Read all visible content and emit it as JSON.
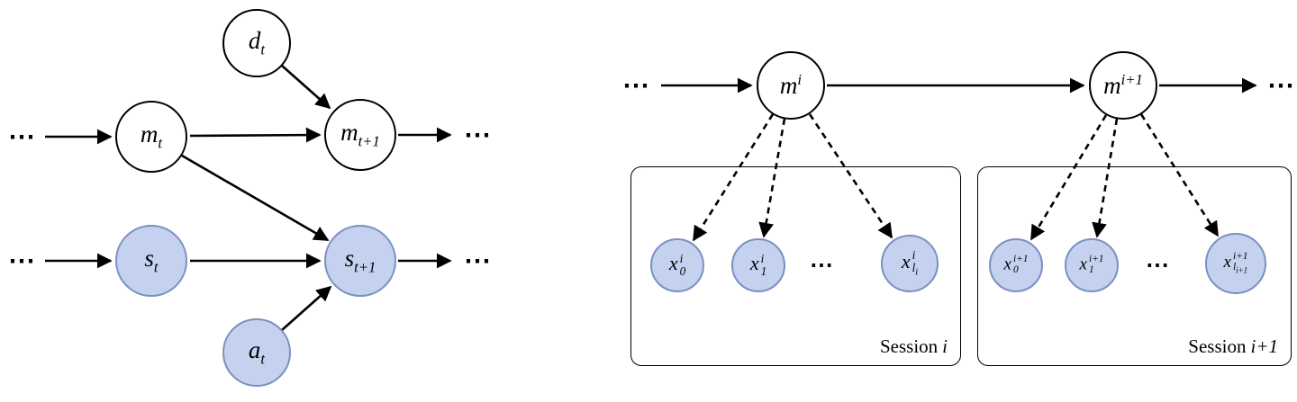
{
  "diagram": {
    "dots": "⋯",
    "colors": {
      "observed_fill": "#c4d2ef",
      "observed_stroke": "#7b90c2",
      "latent_fill": "#ffffff",
      "edge": "#000000"
    },
    "left": {
      "nodes": {
        "d_t": {
          "base": "d",
          "sub": "t"
        },
        "m_t": {
          "base": "m",
          "sub": "t"
        },
        "m_t1": {
          "base": "m",
          "sub": "t+1"
        },
        "s_t": {
          "base": "s",
          "sub": "t"
        },
        "s_t1": {
          "base": "s",
          "sub": "t+1"
        },
        "a_t": {
          "base": "a",
          "sub": "t"
        }
      }
    },
    "right": {
      "nodes": {
        "m_i": {
          "base": "m",
          "sup": "i"
        },
        "m_i1": {
          "base": "m",
          "sup": "i+1"
        },
        "x0_i": {
          "base": "x",
          "sup": "i",
          "sub": "0"
        },
        "x1_i": {
          "base": "x",
          "sup": "i",
          "sub": "1"
        },
        "xl_i": {
          "base": "x",
          "sup": "i",
          "sub_base": "l",
          "sub_sub": "i"
        },
        "x0_i1": {
          "base": "x",
          "sup": "i+1",
          "sub": "0"
        },
        "x1_i1": {
          "base": "x",
          "sup": "i+1",
          "sub": "1"
        },
        "xl_i1": {
          "base": "x",
          "sup": "i+1",
          "sub_base": "l",
          "sub_sub": "i+1"
        }
      },
      "sessions": [
        {
          "prefix": "Session",
          "var": "i"
        },
        {
          "prefix": "Session",
          "var": "i+1"
        }
      ]
    }
  }
}
